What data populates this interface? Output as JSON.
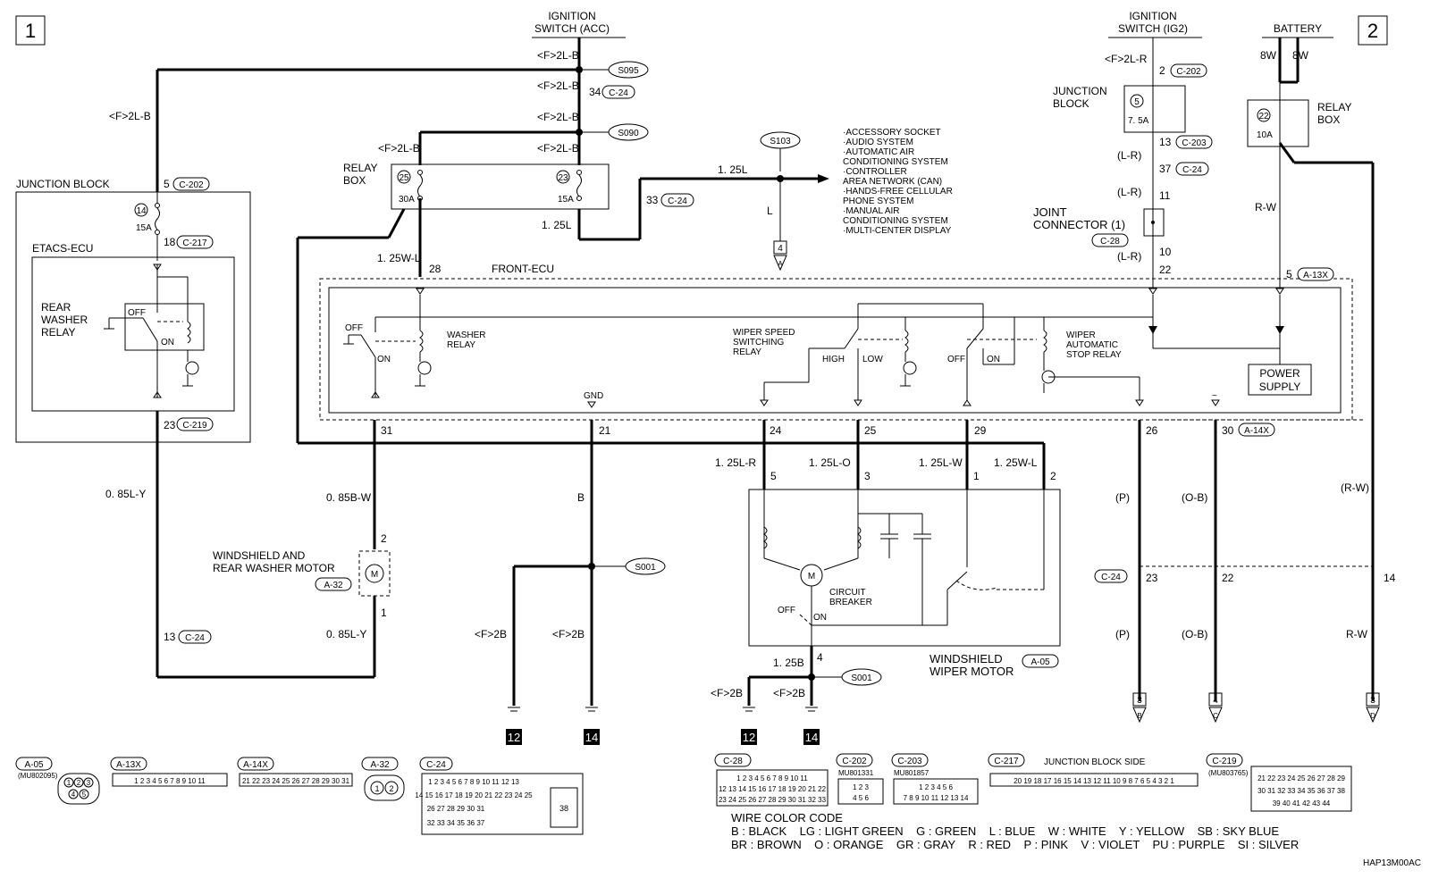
{
  "pages": {
    "left": "1",
    "right": "2"
  },
  "labels": {
    "ign_acc": [
      "IGNITION",
      "SWITCH (ACC)"
    ],
    "ign_ig2": [
      "IGNITION",
      "SWITCH (IG2)"
    ],
    "battery": "BATTERY",
    "junction_block": "JUNCTION BLOCK",
    "etacs": "ETACS-ECU",
    "rear_washer_relay": [
      "REAR",
      "WASHER",
      "RELAY"
    ],
    "relay_box": [
      "RELAY",
      "BOX"
    ],
    "front_ecu": "FRONT-ECU",
    "washer_relay": [
      "WASHER",
      "RELAY"
    ],
    "wiper_speed_relay": [
      "WIPER SPEED",
      "SWITCHING",
      "RELAY"
    ],
    "wiper_auto_stop": [
      "WIPER",
      "AUTOMATIC",
      "STOP RELAY"
    ],
    "power_supply": [
      "POWER",
      "SUPPLY"
    ],
    "joint_connector": [
      "JOINT",
      "CONNECTOR (1)"
    ],
    "junction_block_r": [
      "JUNCTION",
      "BLOCK"
    ],
    "relay_box_r": [
      "RELAY",
      "BOX"
    ],
    "washer_motor": [
      "WINDSHIELD AND",
      "REAR WASHER MOTOR"
    ],
    "wiper_motor": [
      "WINDSHIELD",
      "WIPER MOTOR"
    ],
    "circuit_breaker": [
      "CIRCUIT",
      "BREAKER"
    ],
    "off": "OFF",
    "on": "ON",
    "high": "HIGH",
    "low": "LOW",
    "gnd": "GND",
    "accessories": [
      "·ACCESSORY SOCKET",
      "·AUDIO SYSTEM",
      "·AUTOMATIC AIR",
      " CONDITIONING SYSTEM",
      "·CONTROLLER",
      " AREA NETWORK (CAN)",
      "·HANDS-FREE CELLULAR",
      " PHONE SYSTEM",
      "·MANUAL AIR",
      " CONDITIONING SYSTEM",
      "·MULTI-CENTER DISPLAY"
    ],
    "junction_block_side": "JUNCTION BLOCK SIDE",
    "ref_code": "HAP13M00AC"
  },
  "wires": {
    "f2lb": "<F>2L-B",
    "f2lr": "<F>2L-R",
    "f2b": "<F>2B",
    "w125l": "1. 25L",
    "w125wl": "1. 25W-L",
    "w085ly": "0. 85L-Y",
    "w085bw": "0. 85B-W",
    "w125lr": "1. 25L-R",
    "w125lo": "1. 25L-O",
    "w125lw": "1. 25L-W",
    "w125b": "1. 25B",
    "l": "L",
    "b": "B",
    "lr": "(L-R)",
    "rw": "R-W",
    "rw_p": "(R-W)",
    "p": "(P)",
    "ob": "(O-B)",
    "w8": "8W"
  },
  "connectors": {
    "c202": "C-202",
    "c217": "C-217",
    "c219": "C-219",
    "c24": "C-24",
    "c203": "C-203",
    "c28": "C-28",
    "a13x": "A-13X",
    "a14x": "A-14X",
    "a32": "A-32",
    "a05": "A-05",
    "s095": "S095",
    "s090": "S090",
    "s103": "S103",
    "s001": "S001"
  },
  "fuses": {
    "f14": "14",
    "f15a": "15A",
    "f25": "25",
    "f30a": "30A",
    "f23": "23",
    "f5": "5",
    "f75a": "7. 5A",
    "f22": "22",
    "f10a": "10A"
  },
  "pins": {
    "p5": "5",
    "p18": "18",
    "p23": "23",
    "p13": "13",
    "p34": "34",
    "p33": "33",
    "p28": "28",
    "p31": "31",
    "p21": "21",
    "p24": "24",
    "p25": "25",
    "p29": "29",
    "p26": "26",
    "p30": "30",
    "p2": "2",
    "p11": "11",
    "p10": "10",
    "p22": "22",
    "p37": "37",
    "p1": "1",
    "p3": "3",
    "p4": "4",
    "p14": "14"
  },
  "grounds": {
    "g12": "12",
    "g14": "14"
  },
  "arrows": {
    "a4": "4",
    "a3": "3",
    "la": "A",
    "lb": "B",
    "lc": "C",
    "ld": "D"
  },
  "legend": {
    "title": "WIRE COLOR CODE",
    "line1": "B : BLACK    LG : LIGHT GREEN    G : GREEN    L : BLUE    W : WHITE    Y : YELLOW    SB : SKY BLUE",
    "line2": "BR : BROWN    O : ORANGE    GR : GRAY    R : RED    P : PINK    V : VIOLET    PU : PURPLE    SI : SILVER"
  },
  "footer_connectors": {
    "a05_part": "(MU802095)",
    "c202_part": "MU801331",
    "c203_part": "MU801857",
    "c219_part": "(MU803765)",
    "a05_pins": [
      "1",
      "2",
      "3",
      "4",
      "5"
    ],
    "a13x_pins": [
      "1",
      "2",
      "3",
      "4",
      "5",
      "6",
      "7",
      "8",
      "9",
      "10",
      "11"
    ],
    "a14x_pins": [
      "21",
      "22",
      "23",
      "24",
      "25",
      "26",
      "27",
      "28",
      "29",
      "30",
      "31"
    ],
    "a32_pins": [
      "1",
      "2"
    ],
    "c24_r1": [
      "1",
      "2",
      "3",
      "4",
      "5",
      "6",
      "7",
      "8",
      "9",
      "10",
      "11",
      "12",
      "13"
    ],
    "c24_r2": [
      "14",
      "15",
      "16",
      "17",
      "18",
      "19",
      "20",
      "21",
      "22",
      "23",
      "24",
      "25"
    ],
    "c24_r3": [
      "26",
      "27",
      "28",
      "29",
      "30",
      "31"
    ],
    "c24_r4": [
      "32",
      "33",
      "34",
      "35",
      "36",
      "37"
    ],
    "c24_big": "38",
    "c28_r1": [
      "1",
      "2",
      "3",
      "4",
      "5",
      "6",
      "7",
      "8",
      "9",
      "10",
      "11"
    ],
    "c28_r2": [
      "12",
      "13",
      "14",
      "15",
      "16",
      "17",
      "18",
      "19",
      "20",
      "21",
      "22"
    ],
    "c28_r3": [
      "23",
      "24",
      "25",
      "26",
      "27",
      "28",
      "29",
      "30",
      "31",
      "32",
      "33"
    ],
    "c202_pins": [
      "1",
      "2",
      "3",
      "4",
      "5",
      "6"
    ],
    "c203_r1": [
      "1",
      "2",
      "3",
      "4",
      "5",
      "6"
    ],
    "c203_r2": [
      "7",
      "8",
      "9",
      "10",
      "11",
      "12",
      "13",
      "14"
    ],
    "c217_pins": [
      "20",
      "19",
      "18",
      "17",
      "16",
      "15",
      "14",
      "13",
      "12",
      "11",
      "10",
      "9",
      "8",
      "7",
      "6",
      "5",
      "4",
      "3",
      "2",
      "1"
    ],
    "c219_r1": [
      "21",
      "22",
      "23",
      "24",
      "25",
      "26",
      "27",
      "28",
      "29"
    ],
    "c219_r2": [
      "30",
      "31",
      "32",
      "33",
      "34",
      "35",
      "36",
      "37",
      "38"
    ],
    "c219_r3": [
      "39",
      "40",
      "41",
      "42",
      "43",
      "44"
    ]
  }
}
